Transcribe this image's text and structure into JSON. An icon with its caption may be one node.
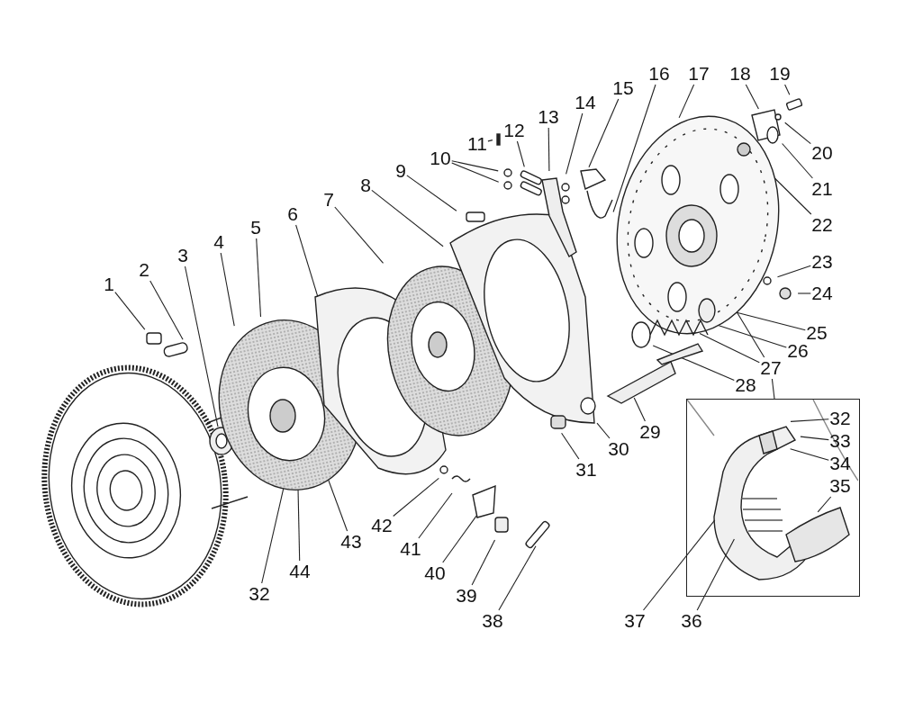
{
  "diagram": {
    "nodes": [
      {
        "text": [
          "1"
        ]
      },
      {
        "text": [
          "2"
        ]
      },
      {
        "text": [
          "3"
        ]
      },
      {
        "text": [
          "4"
        ]
      },
      {
        "text": [
          "5"
        ]
      },
      {
        "text": [
          "6"
        ]
      },
      {
        "text": [
          "7"
        ]
      },
      {
        "text": [
          "8"
        ]
      },
      {
        "text": [
          "9"
        ]
      },
      {
        "text": [
          "10"
        ]
      },
      {
        "text": [
          "11"
        ]
      },
      {
        "text": [
          "12"
        ]
      },
      {
        "text": [
          "13"
        ]
      },
      {
        "text": [
          "14"
        ]
      },
      {
        "text": [
          "15"
        ]
      },
      {
        "text": [
          "16"
        ]
      },
      {
        "text": [
          "17"
        ]
      },
      {
        "text": [
          "18"
        ]
      },
      {
        "text": [
          "19"
        ]
      },
      {
        "text": [
          "20"
        ]
      },
      {
        "text": [
          "21"
        ]
      },
      {
        "text": [
          "22"
        ]
      },
      {
        "text": [
          "23"
        ]
      },
      {
        "text": [
          "24"
        ]
      },
      {
        "text": [
          "25"
        ]
      },
      {
        "text": [
          "26"
        ]
      },
      {
        "text": [
          "27"
        ]
      },
      {
        "text": [
          "28"
        ]
      },
      {
        "text": [
          "29"
        ]
      },
      {
        "text": [
          "30"
        ]
      },
      {
        "text": [
          "31"
        ]
      },
      {
        "text": [],
        "shape": "picture"
      },
      {
        "text": [
          "32"
        ],
        "in": 31
      },
      {
        "text": [
          "33"
        ],
        "in": 31
      },
      {
        "text": [
          "34"
        ],
        "in": 31
      },
      {
        "text": [
          "35"
        ],
        "in": 31
      },
      {
        "text": [
          "36"
        ]
      },
      {
        "text": [
          "37"
        ]
      },
      {
        "text": [
          "38"
        ]
      },
      {
        "text": [
          "39"
        ]
      },
      {
        "text": [
          "40"
        ]
      },
      {
        "text": [
          "41"
        ]
      },
      {
        "text": [
          "42"
        ]
      },
      {
        "text": [
          "43"
        ]
      },
      {
        "text": [
          "44"
        ]
      },
      {
        "text": [
          "32"
        ]
      }
    ],
    "edges": [
      {
        "from": 0,
        "to": null,
        "arrow": "none"
      },
      {
        "from": 1,
        "to": null,
        "arrow": "none"
      },
      {
        "from": 2,
        "to": null,
        "arrow": "none"
      },
      {
        "from": 3,
        "to": null,
        "arrow": "none"
      },
      {
        "from": 4,
        "to": null,
        "arrow": "none"
      },
      {
        "from": 5,
        "to": null,
        "arrow": "none"
      },
      {
        "from": 6,
        "to": null,
        "arrow": "none"
      },
      {
        "from": 7,
        "to": null,
        "arrow": "none"
      },
      {
        "from": 8,
        "to": null,
        "arrow": "none"
      },
      {
        "from": 9,
        "to": null,
        "arrow": "none"
      },
      {
        "from": 9,
        "to": null,
        "arrow": "none"
      },
      {
        "from": 10,
        "to": null,
        "arrow": "none"
      },
      {
        "from": 11,
        "to": null,
        "arrow": "none"
      },
      {
        "from": 12,
        "to": null,
        "arrow": "none"
      },
      {
        "from": 13,
        "to": null,
        "arrow": "none"
      },
      {
        "from": 14,
        "to": null,
        "arrow": "none"
      },
      {
        "from": 15,
        "to": null,
        "arrow": "none"
      },
      {
        "from": 16,
        "to": null,
        "arrow": "none"
      },
      {
        "from": 17,
        "to": null,
        "arrow": "none"
      },
      {
        "from": 18,
        "to": null,
        "arrow": "none"
      },
      {
        "from": 19,
        "to": null,
        "arrow": "none"
      },
      {
        "from": 20,
        "to": null,
        "arrow": "none"
      },
      {
        "from": 21,
        "to": null,
        "arrow": "none"
      },
      {
        "from": 22,
        "to": null,
        "arrow": "none"
      },
      {
        "from": 23,
        "to": null,
        "arrow": "none"
      },
      {
        "from": 24,
        "to": null,
        "arrow": "none"
      },
      {
        "from": 25,
        "to": null,
        "arrow": "none"
      },
      {
        "from": 26,
        "to": null,
        "arrow": "none"
      },
      {
        "from": 26,
        "to": null,
        "arrow": "none"
      },
      {
        "from": 26,
        "to": 31,
        "arrow": "none"
      },
      {
        "from": 27,
        "to": null,
        "arrow": "none"
      },
      {
        "from": 28,
        "to": null,
        "arrow": "none"
      },
      {
        "from": 29,
        "to": null,
        "arrow": "none"
      },
      {
        "from": 30,
        "to": null,
        "arrow": "none"
      },
      {
        "from": 32,
        "to": null,
        "arrow": "none"
      },
      {
        "from": 33,
        "to": null,
        "arrow": "none"
      },
      {
        "from": 34,
        "to": null,
        "arrow": "none"
      },
      {
        "from": 35,
        "to": null,
        "arrow": "none"
      },
      {
        "from": 36,
        "to": null,
        "arrow": "none"
      },
      {
        "from": 37,
        "to": null,
        "arrow": "none"
      },
      {
        "from": 38,
        "to": null,
        "arrow": "none"
      },
      {
        "from": 39,
        "to": null,
        "arrow": "none"
      },
      {
        "from": 40,
        "to": null,
        "arrow": "none"
      },
      {
        "from": 41,
        "to": null,
        "arrow": "none"
      },
      {
        "from": 42,
        "to": null,
        "arrow": "none"
      },
      {
        "from": 43,
        "to": null,
        "arrow": "none"
      },
      {
        "from": 44,
        "to": null,
        "arrow": "none"
      },
      {
        "from": 45,
        "to": null,
        "arrow": "none"
      }
    ]
  }
}
